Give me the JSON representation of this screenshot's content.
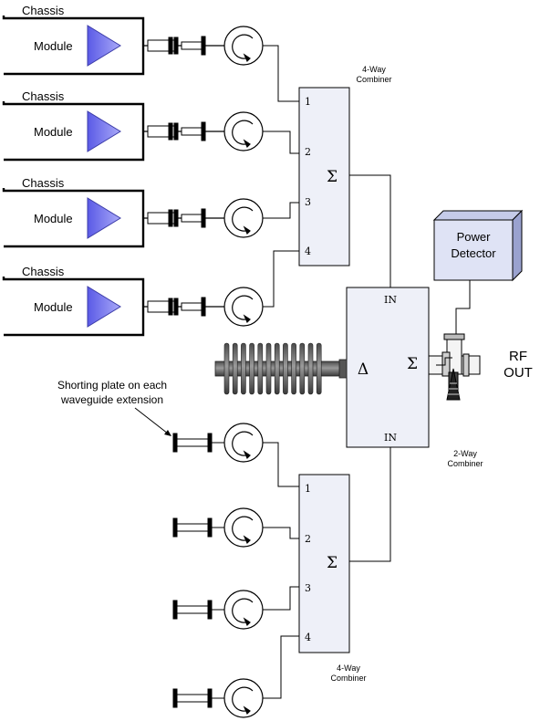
{
  "chassis_label": "Chassis",
  "module_label": "Module",
  "combiner_upper": {
    "title_line1": "4-Way",
    "title_line2": "Combiner",
    "ports": [
      "1",
      "2",
      "3",
      "4"
    ],
    "symbol": "Σ"
  },
  "combiner_lower": {
    "title_line1": "4-Way",
    "title_line2": "Combiner",
    "ports": [
      "1",
      "2",
      "3",
      "4"
    ],
    "symbol": "Σ"
  },
  "two_way": {
    "in_top": "IN",
    "in_bottom": "IN",
    "delta": "Δ",
    "sum": "Σ",
    "title_line1": "2-Way",
    "title_line2": "Combiner"
  },
  "power_detector": {
    "line1": "Power",
    "line2": "Detector"
  },
  "rf_out": {
    "line1": "RF",
    "line2": "OUT"
  },
  "shorting_note": {
    "line1": "Shorting plate on each",
    "line2": "waveguide extension"
  },
  "colors": {
    "triangle": "#7b7bf2",
    "box_fill": "#eef0f8",
    "detector_fill": "#dfe3f5",
    "load_gray": "#707070"
  }
}
